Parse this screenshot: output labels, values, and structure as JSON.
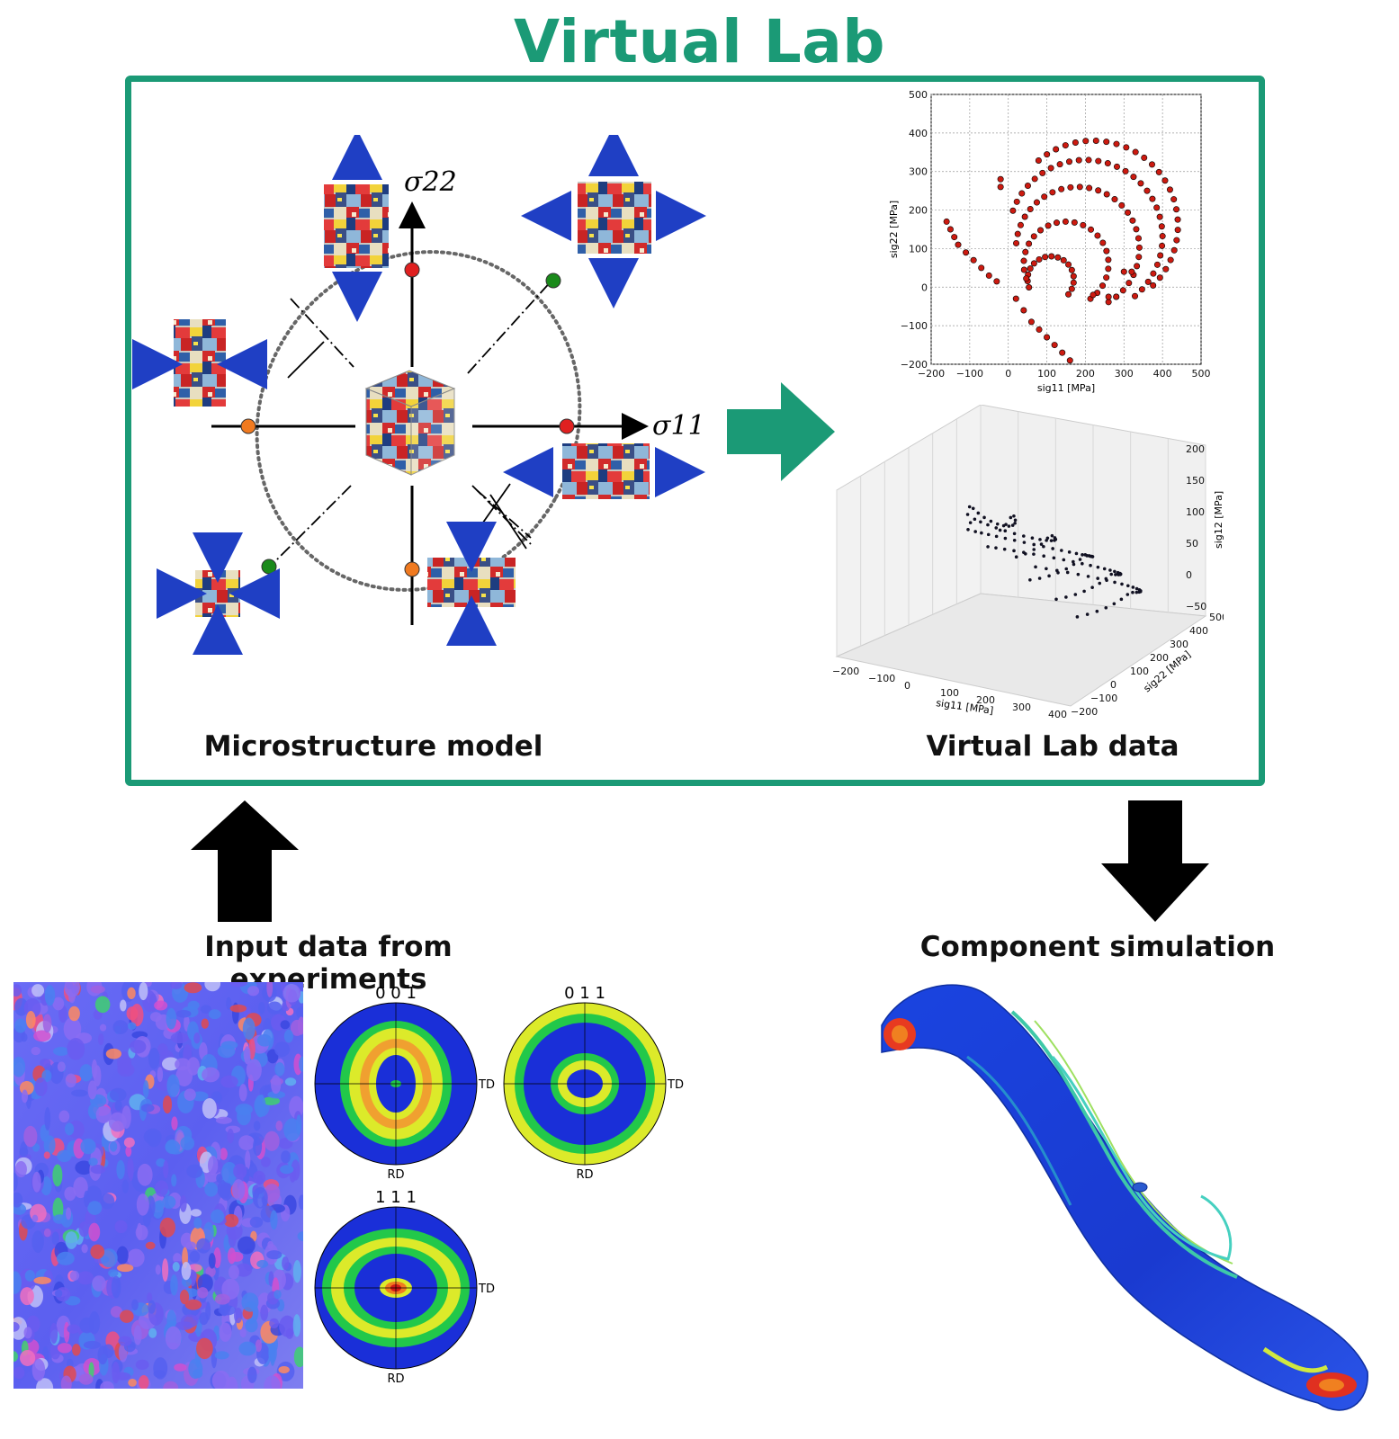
{
  "title": "Virtual Lab",
  "captions": {
    "microstructure": "Microstructure model",
    "lab_data": "Virtual Lab data",
    "input": "Input data from experiments",
    "component": "Component simulation"
  },
  "axes_labels": {
    "sigma11": "σ11",
    "sigma22": "σ22"
  },
  "pole_figures": [
    {
      "label": "0 0 1",
      "side": "TD",
      "bottom": "RD"
    },
    {
      "label": "0 1 1",
      "side": "TD",
      "bottom": "RD"
    },
    {
      "label": "1 1 1",
      "side": "TD",
      "bottom": "RD"
    }
  ],
  "colors": {
    "accent": "#1b9a76",
    "arrow_blue": "#1f3fc4",
    "point_red": "#e02020",
    "point_green": "#1a8a1a",
    "point_orange": "#f07a20"
  },
  "chart_data": [
    {
      "type": "scatter",
      "xlabel": "sig11 [MPa]",
      "ylabel": "sig22 [MPa]",
      "xlim": [
        -200,
        500
      ],
      "ylim": [
        -200,
        500
      ],
      "xticks": [
        -200,
        -100,
        0,
        100,
        200,
        300,
        400,
        500
      ],
      "yticks": [
        -200,
        -100,
        0,
        100,
        200,
        300,
        400,
        500
      ],
      "grid": true,
      "marker_color": "#cc1a10",
      "curves": [
        {
          "xc": 110,
          "yc": 20,
          "r": 60,
          "a0": -40,
          "a1": 200,
          "n": 16
        },
        {
          "xc": 150,
          "yc": 60,
          "r": 110,
          "a0": -55,
          "a1": 200,
          "n": 22
        },
        {
          "xc": 180,
          "yc": 100,
          "r": 160,
          "a0": -60,
          "a1": 175,
          "n": 28
        },
        {
          "xc": 200,
          "yc": 130,
          "r": 200,
          "a0": -50,
          "a1": 160,
          "n": 30
        },
        {
          "xc": 220,
          "yc": 160,
          "r": 220,
          "a0": -45,
          "a1": 130,
          "n": 26
        }
      ],
      "extra_points": [
        [
          -160,
          170
        ],
        [
          -150,
          150
        ],
        [
          -140,
          130
        ],
        [
          -130,
          110
        ],
        [
          -110,
          90
        ],
        [
          -90,
          70
        ],
        [
          -70,
          50
        ],
        [
          -50,
          30
        ],
        [
          -30,
          15
        ],
        [
          20,
          -30
        ],
        [
          40,
          -60
        ],
        [
          60,
          -90
        ],
        [
          80,
          -110
        ],
        [
          100,
          -130
        ],
        [
          120,
          -150
        ],
        [
          140,
          -170
        ],
        [
          160,
          -190
        ],
        [
          220,
          -20
        ],
        [
          260,
          -25
        ],
        [
          280,
          -25
        ],
        [
          -20,
          280
        ],
        [
          -20,
          260
        ],
        [
          300,
          40
        ],
        [
          320,
          40
        ]
      ]
    },
    {
      "type": "scatter",
      "subtype": "3d",
      "xlabel": "sig11 [MPa]",
      "ylabel": "sig22 [MPa]",
      "zlabel": "sig12 [MPa]",
      "xticks": [
        -200,
        -100,
        0,
        100,
        200,
        300,
        400
      ],
      "yticks": [
        -200,
        -100,
        0,
        100,
        200,
        300,
        400,
        500
      ],
      "zticks": [
        -50,
        0,
        50,
        100,
        150,
        200
      ],
      "marker_color": "#111122"
    }
  ]
}
